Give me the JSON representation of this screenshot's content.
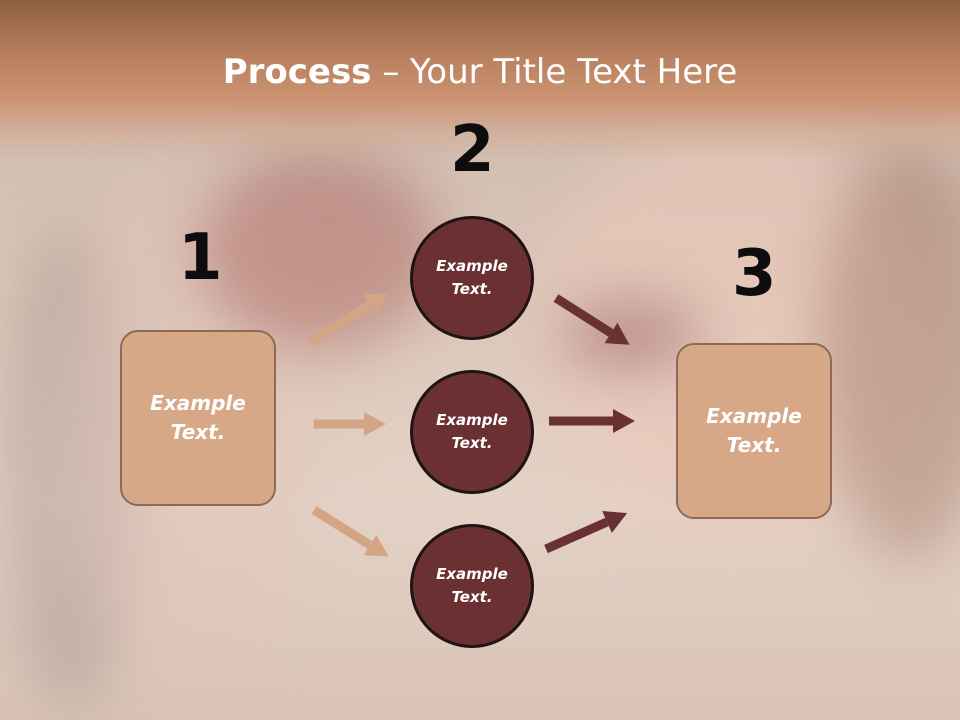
{
  "slide": {
    "title_bold": "Process",
    "title_rest": " – Your Title Text Here"
  },
  "steps": {
    "num_1": "1",
    "num_2": "2",
    "num_3": "3"
  },
  "boxes": {
    "left_text": "Example Text.",
    "right_text": "Example Text."
  },
  "circles": [
    {
      "text": "Example Text."
    },
    {
      "text": "Example Text."
    },
    {
      "text": "Example Text."
    }
  ],
  "colors": {
    "box_fill": "#d7a888",
    "circle_fill": "#6b3132",
    "left_arrow": "#d4a584",
    "right_arrow": "#6a3133",
    "title_band": "#b9805f"
  }
}
